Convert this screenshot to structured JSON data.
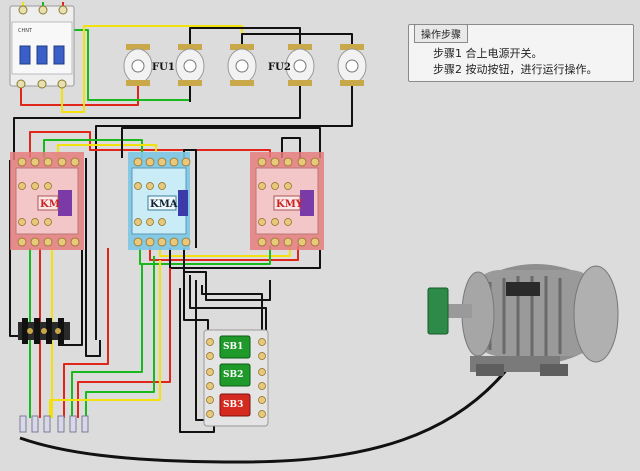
{
  "panel": {
    "title": "操作步骤",
    "steps": [
      {
        "label": "步骤1",
        "text": "合上电源开关。"
      },
      {
        "label": "步骤2",
        "text": "按动按钮，进行运行操作。"
      }
    ]
  },
  "fuses": {
    "fu1": "FU1",
    "fu2": "FU2"
  },
  "contactors": {
    "km": "KM",
    "kma": "KMA",
    "kmy": "KMY"
  },
  "buttons": {
    "sb1": "SB1",
    "sb2": "SB2",
    "sb3": "SB3"
  },
  "colors": {
    "wire_red": "#e0261a",
    "wire_green": "#19b81c",
    "wire_yellow": "#f2e10c",
    "wire_black": "#111111",
    "contactor_red": "#e67c7c",
    "contactor_blue": "#7cc6e6",
    "button_green": "#1f9a2a",
    "button_red": "#d42a1f"
  }
}
